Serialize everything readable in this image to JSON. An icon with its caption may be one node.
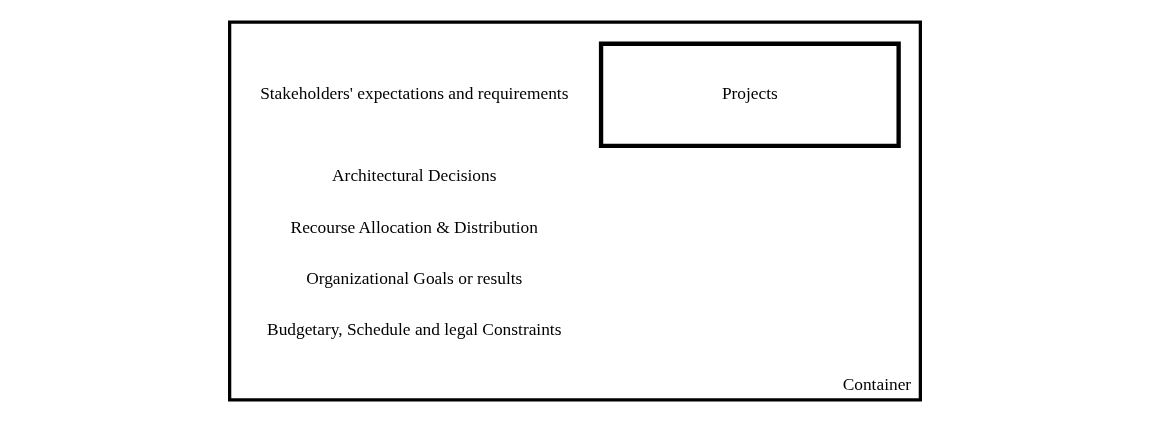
{
  "diagram": {
    "nodes": [
      {
        "text": [
          "Container"
        ]
      },
      {
        "text": [
          "Projects"
        ],
        "in": 0
      }
    ],
    "labels": [
      "Stakeholders' expectations and requirements",
      "Architectural Decisions",
      "Recourse Allocation & Distribution",
      "Organizational Goals or results",
      "Budgetary, Schedule and legal Constraints"
    ]
  }
}
